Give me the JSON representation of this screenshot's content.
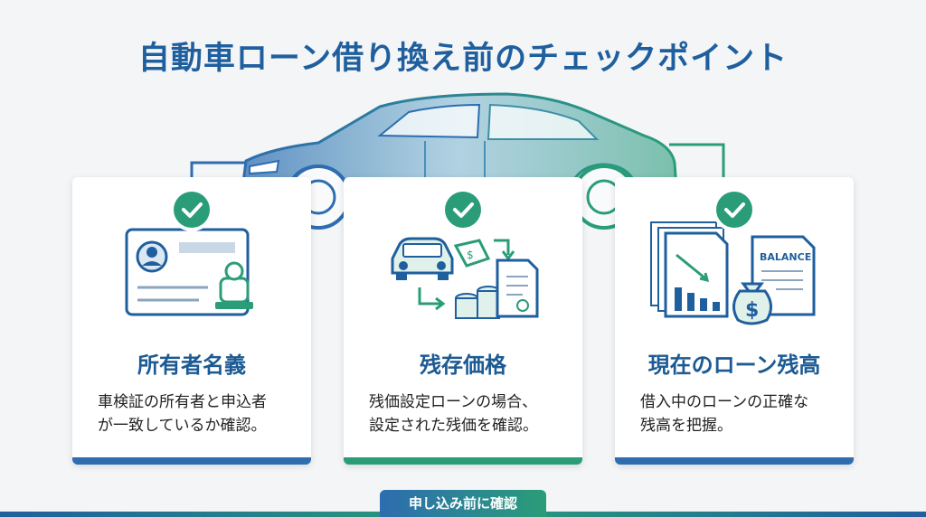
{
  "title": "自動車ローン借り換え前のチェックポイント",
  "cards": [
    {
      "title": "所有者名義",
      "desc_lines": [
        "車検証の所有者と申込者",
        "が一致しているか確認。"
      ],
      "bar_color": "#2d6db0"
    },
    {
      "title": "残存価格",
      "desc_lines": [
        "残価設定ローンの場合、",
        "設定された残価を確認。"
      ],
      "bar_color": "#2a9d78"
    },
    {
      "title": "現在のローン残高",
      "desc_lines": [
        "借入中のローンの正確な",
        "残高を把握。"
      ],
      "bar_color": "#2d6db0"
    }
  ],
  "balance_label": "BALANCE",
  "footer_label": "申し込み前に確認",
  "colors": {
    "primary_blue": "#1f5f9e",
    "accent_green": "#2a9d78",
    "background": "#f3f5f7"
  }
}
